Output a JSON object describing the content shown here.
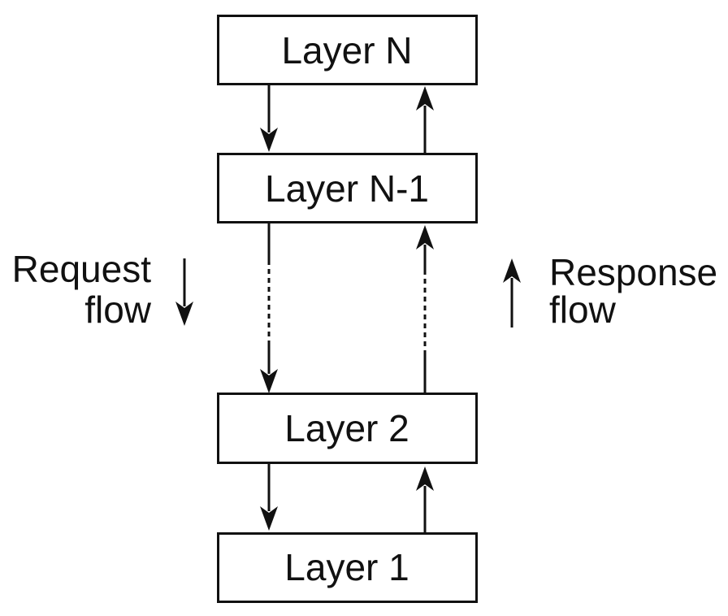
{
  "diagram": {
    "boxes": [
      {
        "label": "Layer N"
      },
      {
        "label": "Layer N-1"
      },
      {
        "label": "Layer 2"
      },
      {
        "label": "Layer 1"
      }
    ],
    "request_label": {
      "line1": "Request",
      "line2": "flow"
    },
    "response_label": {
      "line1": "Response",
      "line2": "flow"
    },
    "icons": {
      "request_direction": "down-arrow",
      "response_direction": "up-arrow"
    },
    "colors": {
      "ink": "#111111",
      "background": "#ffffff"
    }
  }
}
